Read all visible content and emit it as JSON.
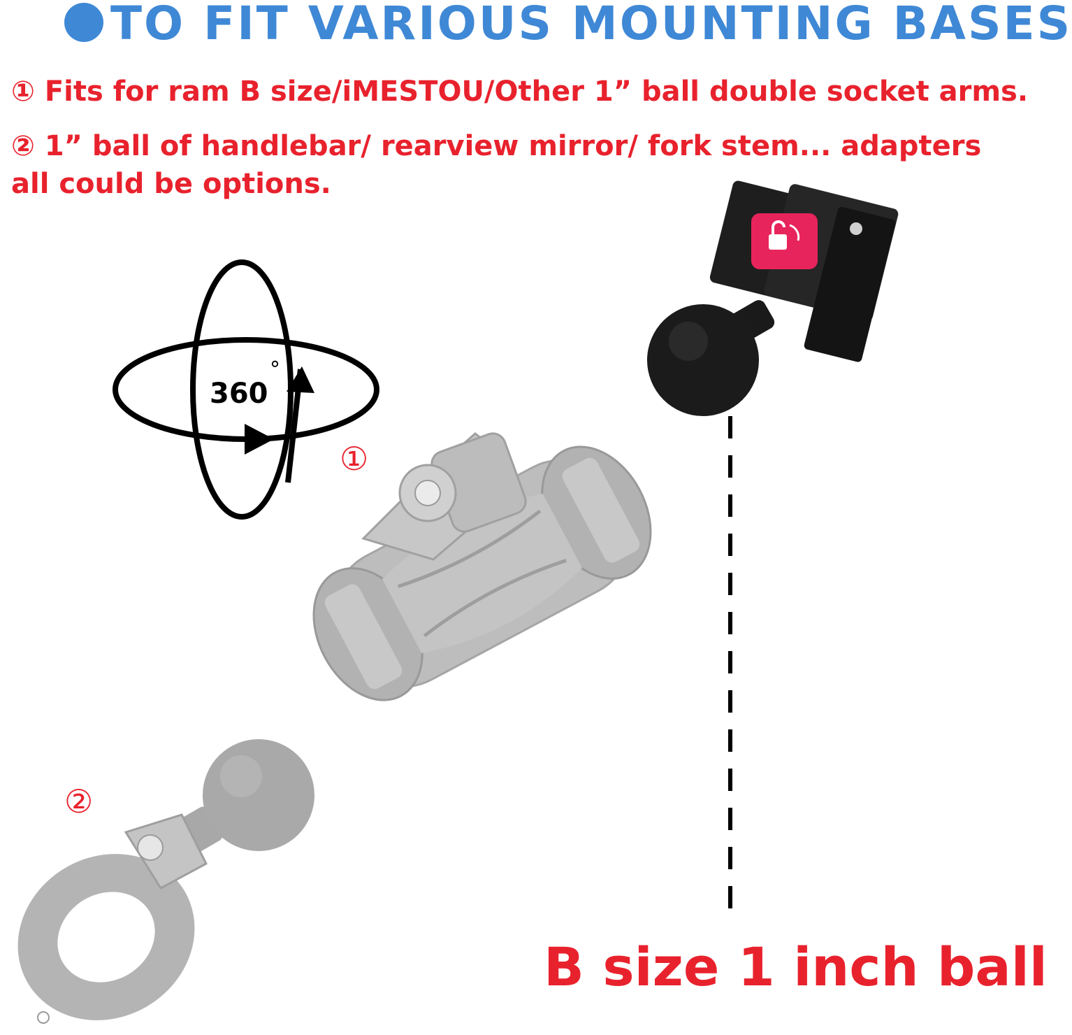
{
  "header": {
    "title": "TO FIT VARIOUS MOUNTING BASES",
    "bullet_color": "#3f88d6"
  },
  "notes": [
    {
      "marker": "①",
      "text": "Fits for ram B size/iMESTOU/Other 1” ball double socket arms."
    },
    {
      "marker": "②",
      "text": "1” ball of handlebar/ rearview mirror/ fork stem... adapters",
      "text_cont": "all could be options."
    }
  ],
  "rotation_badge": {
    "label": "360",
    "unit": "°"
  },
  "callouts": [
    {
      "marker": "①"
    },
    {
      "marker": "②"
    }
  ],
  "product_label": "B size 1 inch ball",
  "icons": [
    "rotation-360-icon",
    "lock-icon"
  ],
  "colors": {
    "accent_blue": "#3f88d6",
    "accent_red": "#e8222d",
    "latch_pink": "#e8245c",
    "mount_black": "#1b1b1b",
    "accessory_gray": "#b4b4b4"
  }
}
